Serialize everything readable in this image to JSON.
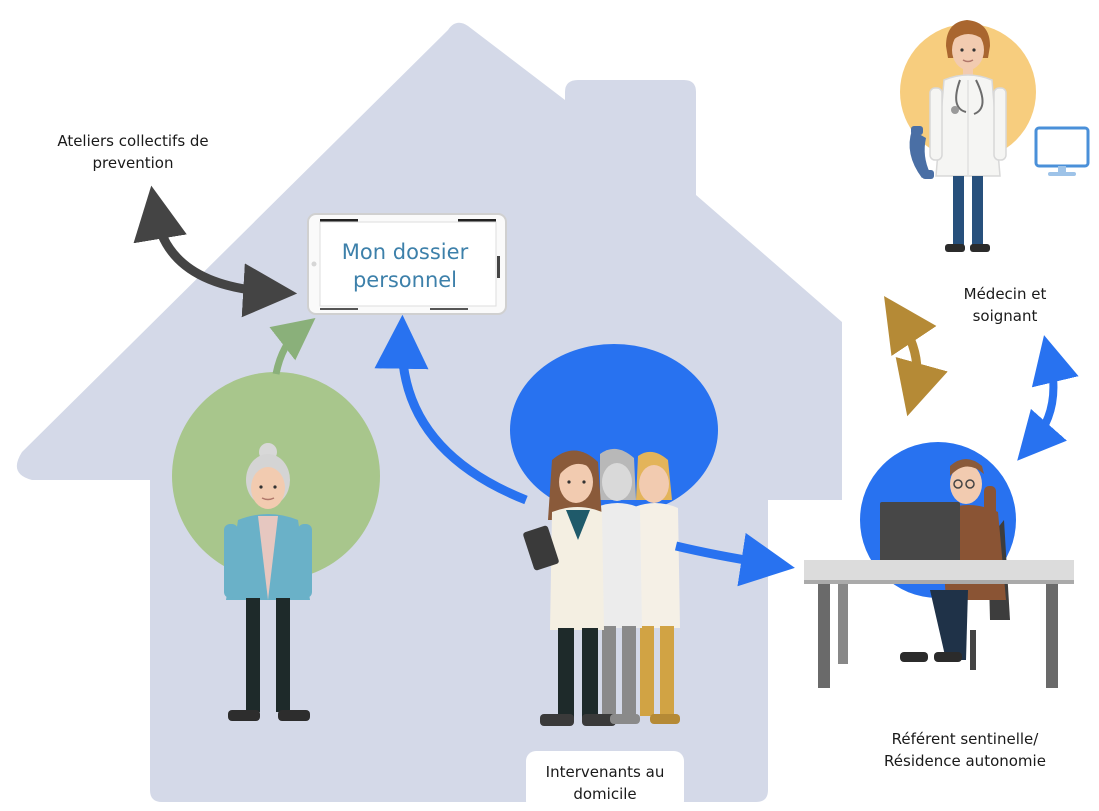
{
  "tablet": {
    "title_line1": "Mon dossier",
    "title_line2": "personnel"
  },
  "labels": {
    "ateliers_line1": "Ateliers collectifs de",
    "ateliers_line2": "prevention",
    "medecin_line1": "Médecin et",
    "medecin_line2": "soignant",
    "referent_line1": "Référent sentinelle/",
    "referent_line2": "Résidence autonomie",
    "intervenants_line1": "Intervenants au",
    "intervenants_line2": "domicile"
  },
  "colors": {
    "house": "#d4d9e8",
    "blue_accent": "#2872f0",
    "green_accent": "#a8c68c",
    "doctor_circle": "#f7cd7e",
    "dark_arrow": "#444444",
    "gold_arrow": "#b58a36",
    "green_arrow": "#8ab07a"
  },
  "icons": [
    "phone-icon",
    "monitor-icon",
    "tablet-icon"
  ]
}
